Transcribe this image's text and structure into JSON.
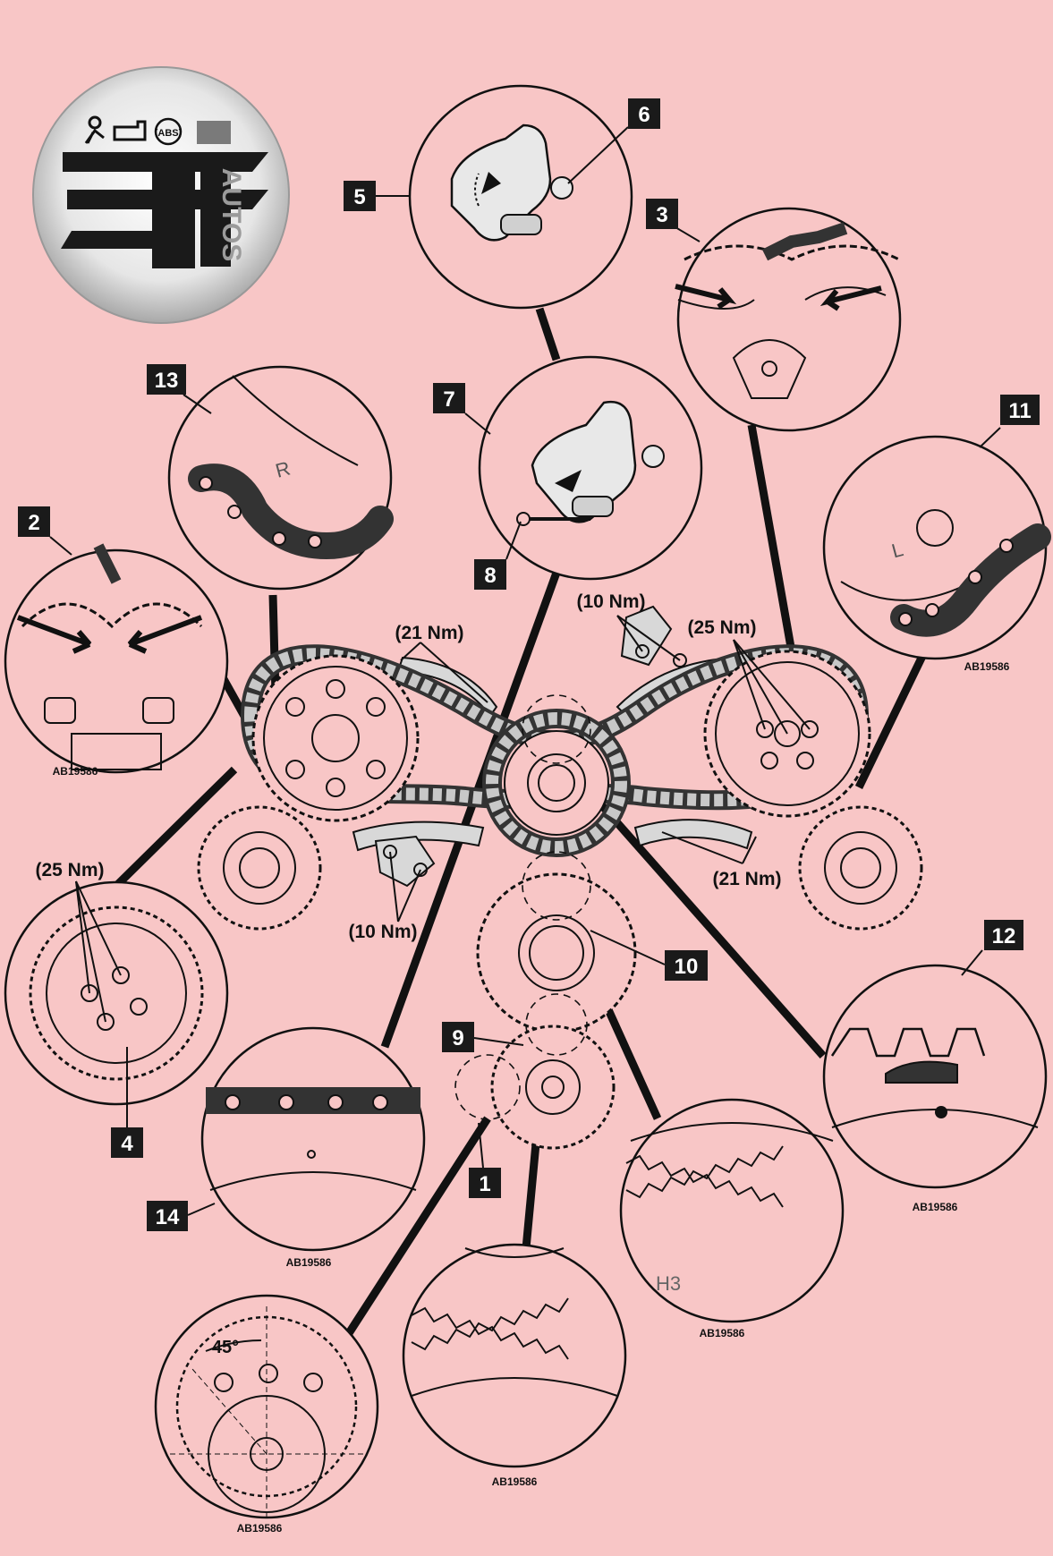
{
  "logo": {
    "brand_text": "AUTOS",
    "warning_icons": [
      "airbag-icon",
      "check-engine-icon",
      "abs-icon"
    ],
    "abs_text": "(ABS)"
  },
  "callouts": {
    "c1": "1",
    "c2": "2",
    "c3": "3",
    "c4": "4",
    "c5": "5",
    "c6": "6",
    "c7": "7",
    "c8": "8",
    "c9": "9",
    "c10": "10",
    "c11": "11",
    "c12": "12",
    "c13": "13",
    "c14": "14"
  },
  "torques": {
    "t_21_top": "(21 Nm)",
    "t_10_top": "(10 Nm)",
    "t_25_top": "(25 Nm)",
    "t_25_left": "(25 Nm)",
    "t_10_bottom": "(10 Nm)",
    "t_21_bottom": "(21 Nm)"
  },
  "refs": {
    "r1": "AB19586",
    "r2": "AB19586",
    "r3": "AB19586",
    "r4": "AB19586",
    "r5": "AB19586",
    "r6": "AB19586",
    "r7": "AB19586"
  },
  "marks": {
    "left_mark": "R",
    "right_mark": "L",
    "h3_mark": "H3",
    "angle": "45°"
  },
  "colors": {
    "background": "#f8c6c6",
    "ink": "#111111",
    "callout_box": "#1a1a1a"
  }
}
